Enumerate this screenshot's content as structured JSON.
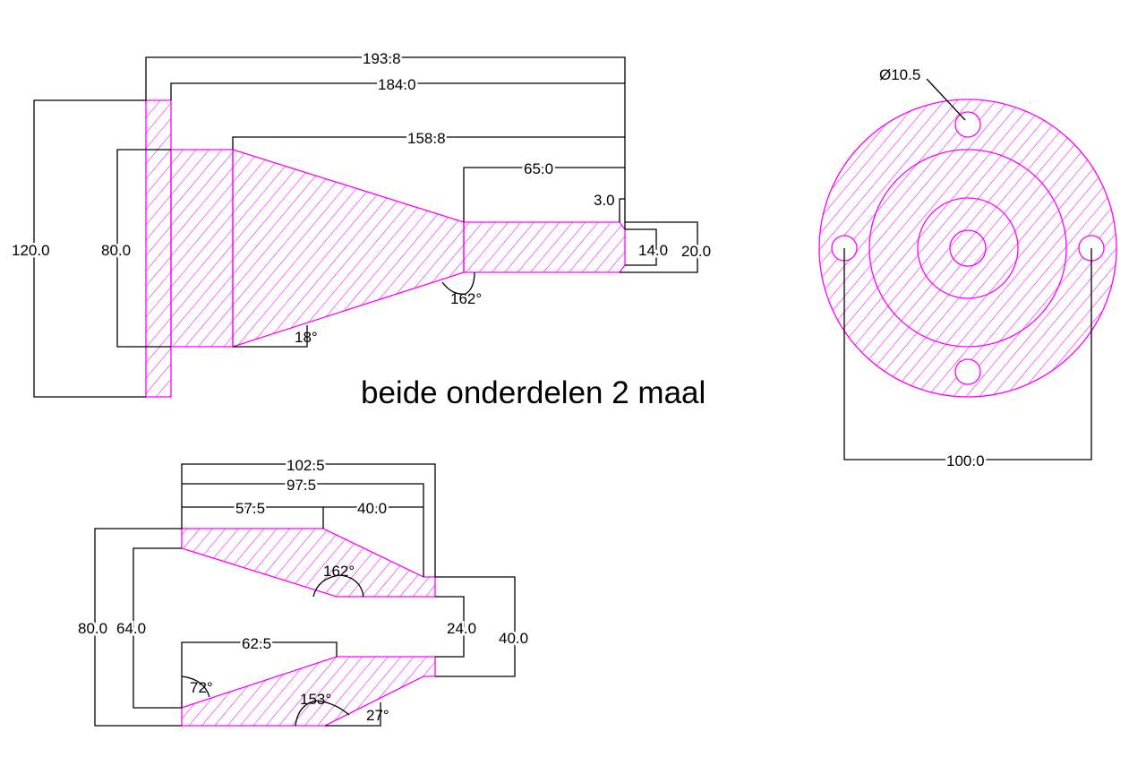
{
  "colors": {
    "part": "#ff00ff",
    "dimension": "#000000"
  },
  "note": "beide onderdelen 2 maal",
  "side_view": {
    "dims": {
      "d193": "193.8",
      "d184": "184.0",
      "d158": "158.8",
      "d65": "65.0",
      "d3": "3.0",
      "d120": "120.0",
      "d80": "80.0",
      "d14": "14.0",
      "d20": "20.0"
    },
    "angles": {
      "a162": "162°",
      "a18": "18°"
    }
  },
  "front_view": {
    "hole": "Ø10.5",
    "pcd": "100.0"
  },
  "bush_view": {
    "dims": {
      "d102": "102.5",
      "d97": "97.5",
      "d57": "57.5",
      "d40top": "40.0",
      "d80": "80.0",
      "d64": "64.0",
      "d24": "24.0",
      "d40": "40.0",
      "d62": "62.5"
    },
    "angles": {
      "a162": "162°",
      "a72": "72°",
      "a153": "153°",
      "a27": "27°"
    }
  }
}
